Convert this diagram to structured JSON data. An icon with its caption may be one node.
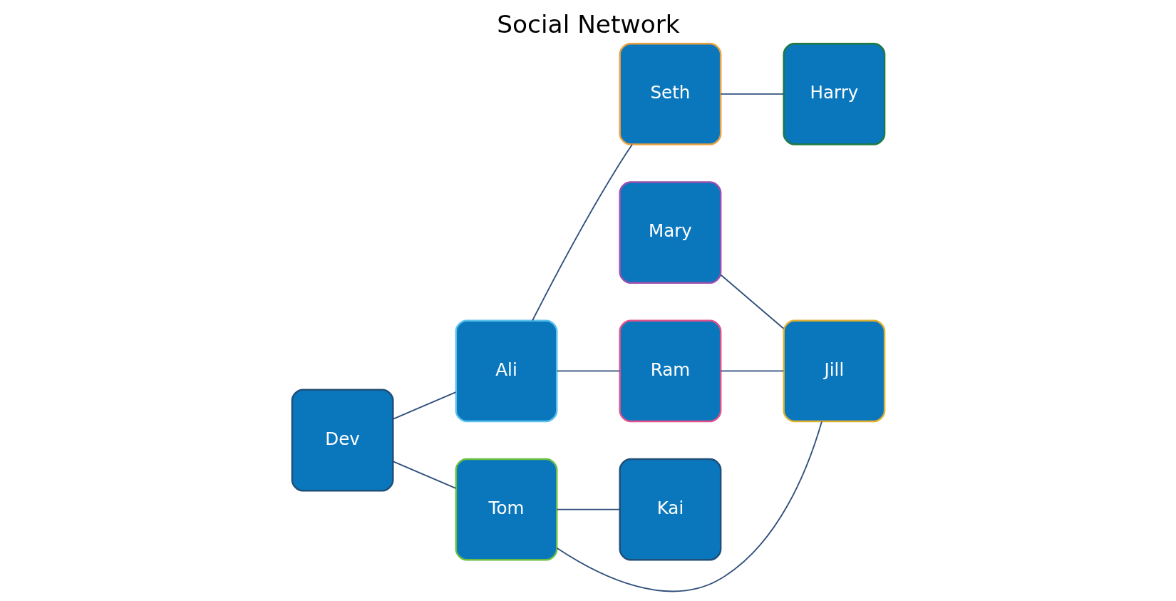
{
  "diagram": {
    "title": "Social Network",
    "nodes": [
      {
        "text": [
          "Ali"
        ]
      },
      {
        "text": [
          "Ram"
        ]
      },
      {
        "text": [
          "Mary"
        ]
      },
      {
        "text": [
          "Dev"
        ]
      },
      {
        "text": [
          "Seth"
        ]
      },
      {
        "text": [
          "Jill"
        ]
      },
      {
        "text": [
          "Tom"
        ]
      },
      {
        "text": [
          "Kai"
        ]
      },
      {
        "text": [
          "Harry"
        ]
      }
    ],
    "edges": [
      {
        "from": 0,
        "to": 1,
        "arrow": "none"
      },
      {
        "from": 3,
        "to": 0,
        "arrow": "none"
      },
      {
        "from": 0,
        "to": 4,
        "arrow": "none"
      },
      {
        "from": 3,
        "to": 6,
        "arrow": "none"
      },
      {
        "from": 4,
        "to": 8,
        "arrow": "none"
      },
      {
        "from": 1,
        "to": 5,
        "arrow": "none"
      },
      {
        "from": 2,
        "to": 5,
        "arrow": "none"
      },
      {
        "from": 6,
        "to": 7,
        "arrow": "none"
      },
      {
        "from": 6,
        "to": 5,
        "arrow": "none"
      }
    ]
  }
}
